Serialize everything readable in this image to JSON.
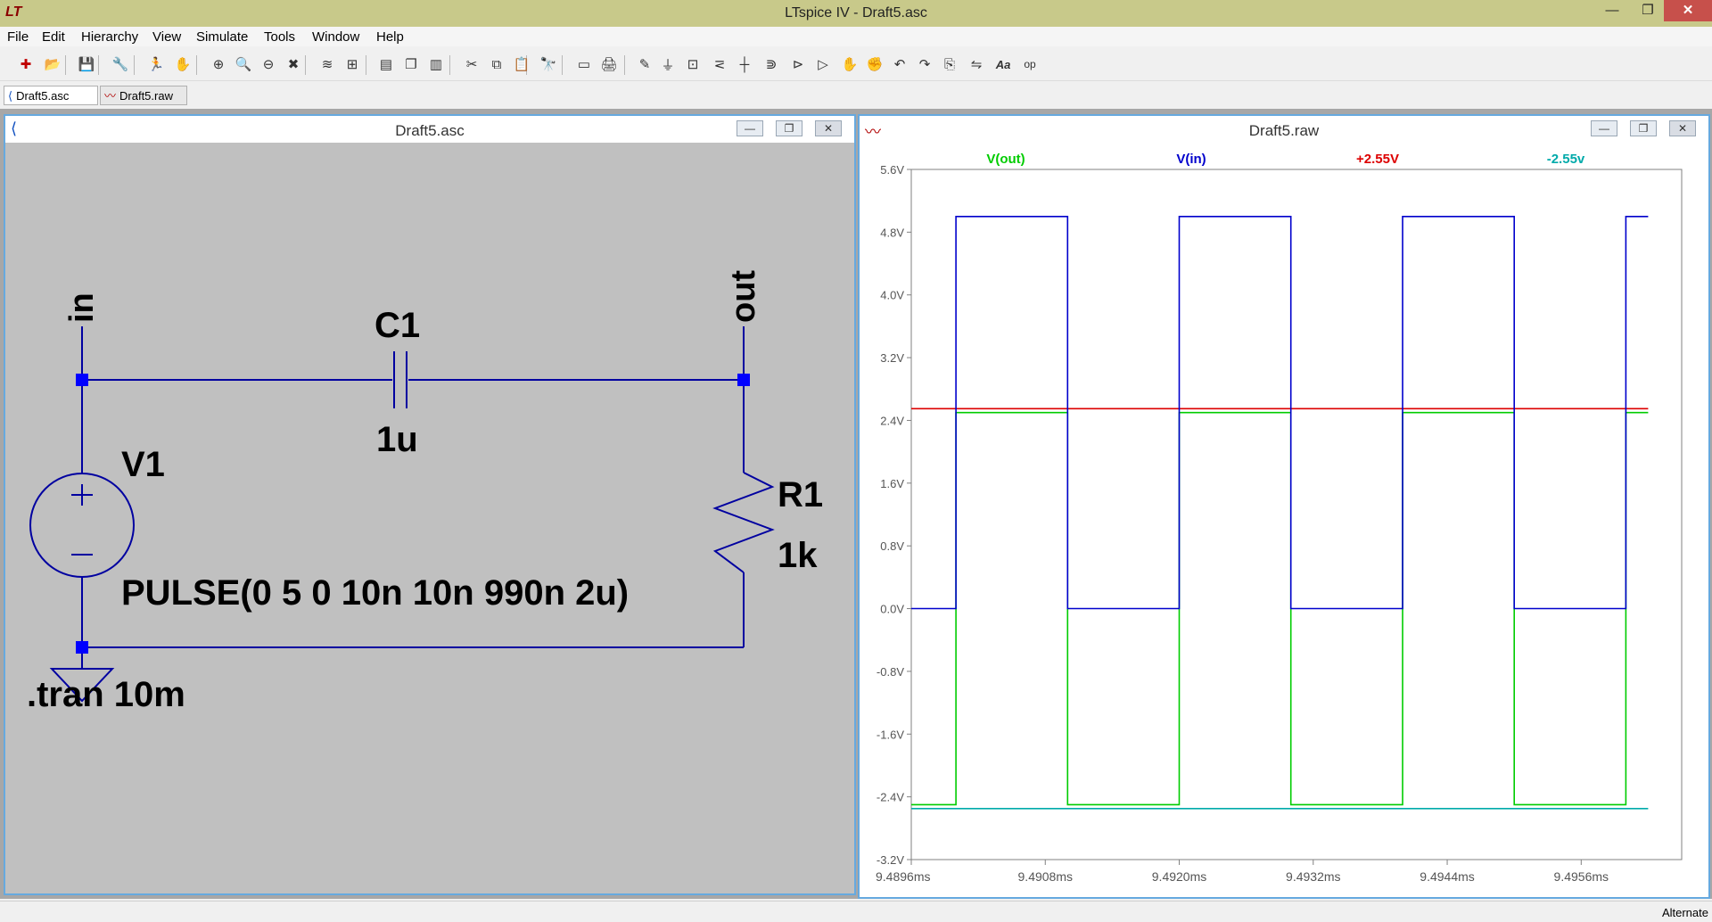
{
  "app": {
    "logo_text": "LT",
    "title": "LTspice IV - Draft5.asc",
    "min": "—",
    "max": "❐",
    "close": "✕"
  },
  "menu": [
    "File",
    "Edit",
    "Hierarchy",
    "View",
    "Simulate",
    "Tools",
    "Window",
    "Help"
  ],
  "toolbar": {
    "icons": [
      "new-schematic-icon",
      "open-icon",
      "save-icon",
      "control-panel-icon",
      "run-icon",
      "halt-icon",
      "zoom-in-icon",
      "zoom-full-icon",
      "zoom-out-icon",
      "zoom-cancel-icon",
      "autorange-icon",
      "plot-settings-icon",
      "tile-horizontal-icon",
      "cascade-icon",
      "tile-vertical-icon",
      "cut-icon",
      "copy-icon",
      "paste-icon",
      "find-icon",
      "print-preview-icon",
      "print-icon",
      "draw-wire-icon",
      "ground-icon",
      "label-net-icon",
      "resistor-icon",
      "capacitor-icon",
      "inductor-icon",
      "diode-icon",
      "component-icon",
      "move-icon",
      "drag-icon",
      "undo-icon",
      "redo-icon",
      "rotate-icon",
      "mirror-icon",
      "text-icon",
      "spice-directive-icon"
    ],
    "glyphs": [
      "✚",
      "📂",
      "💾",
      "🔧",
      "🏃",
      "✋",
      "⊕",
      "🔍",
      "⊖",
      "✖",
      "≋",
      "⊞",
      "▤",
      "❐",
      "▥",
      "✂",
      "⧉",
      "📋",
      "🔭",
      "▭",
      "🖨",
      "✎",
      "⏚",
      "⊡",
      "⋜",
      "┼",
      "⋑",
      "⊳",
      "▷",
      "✋",
      "✊",
      "↶",
      "↷",
      "⎘",
      "⇋",
      "Aa",
      "op"
    ],
    "text_labels": {
      "text": "Aa",
      "op": ".op"
    }
  },
  "doctabs": [
    {
      "label": "Draft5.asc",
      "icon": "schematic-icon"
    },
    {
      "label": "Draft5.raw",
      "icon": "waveform-icon"
    }
  ],
  "schematic_window": {
    "title": "Draft5.asc",
    "net_in": "in",
    "net_out": "out",
    "c1_name": "C1",
    "c1_value": "1u",
    "v1_name": "V1",
    "v1_value": "PULSE(0 5 0 10n 10n 990n 2u)",
    "r1_name": "R1",
    "r1_value": "1k",
    "directive": ".tran 10m"
  },
  "waveform_window": {
    "title": "Draft5.raw",
    "traces": [
      {
        "label": "V(out)",
        "color": "#00cc00"
      },
      {
        "label": "V(in)",
        "color": "#0000cc"
      },
      {
        "label": "+2.55V",
        "color": "#dd0000"
      },
      {
        "label": "-2.55v",
        "color": "#00aaaa"
      }
    ]
  },
  "chart_data": {
    "type": "line",
    "title": "",
    "xlabel": "",
    "ylabel": "",
    "xlim": [
      9.4896,
      9.4965
    ],
    "ylim": [
      -3.2,
      5.6
    ],
    "y_ticks": [
      5.6,
      4.8,
      4.0,
      3.2,
      2.4,
      1.6,
      0.8,
      0.0,
      -0.8,
      -1.6,
      -2.4,
      -3.2
    ],
    "y_tick_labels": [
      "5.6V",
      "4.8V",
      "4.0V",
      "3.2V",
      "2.4V",
      "1.6V",
      "0.8V",
      "0.0V",
      "-0.8V",
      "-1.6V",
      "-2.4V",
      "-3.2V"
    ],
    "x_ticks": [
      9.4896,
      9.4908,
      9.492,
      9.4932,
      9.4944,
      9.4956
    ],
    "x_tick_labels": [
      "9.4896ms",
      "9.4908ms",
      "9.4920ms",
      "9.4932ms",
      "9.4944ms",
      "9.4956ms"
    ],
    "grid": false,
    "legend_position": "top",
    "series": [
      {
        "name": "V(in)",
        "color": "#0000cc",
        "x": [
          9.4896,
          9.49,
          9.49,
          9.491,
          9.491,
          9.492,
          9.492,
          9.493,
          9.493,
          9.494,
          9.494,
          9.495,
          9.495,
          9.496,
          9.496,
          9.4962
        ],
        "y": [
          0,
          0,
          5,
          5,
          0,
          0,
          5,
          5,
          0,
          0,
          5,
          5,
          0,
          0,
          5,
          5
        ]
      },
      {
        "name": "V(out)",
        "color": "#00cc00",
        "x": [
          9.4896,
          9.49,
          9.49,
          9.491,
          9.491,
          9.492,
          9.492,
          9.493,
          9.493,
          9.494,
          9.494,
          9.495,
          9.495,
          9.496,
          9.496,
          9.4962
        ],
        "y": [
          -2.5,
          -2.5,
          2.5,
          2.5,
          -2.5,
          -2.5,
          2.5,
          2.5,
          -2.5,
          -2.5,
          2.5,
          2.5,
          -2.5,
          -2.5,
          2.5,
          2.5
        ]
      },
      {
        "name": "+2.55V",
        "color": "#dd0000",
        "x": [
          9.4896,
          9.4962
        ],
        "y": [
          2.55,
          2.55
        ]
      },
      {
        "name": "-2.55v",
        "color": "#00aaaa",
        "x": [
          9.4896,
          9.4962
        ],
        "y": [
          -2.55,
          -2.55
        ]
      }
    ]
  },
  "status": {
    "mode": "Alternate"
  }
}
